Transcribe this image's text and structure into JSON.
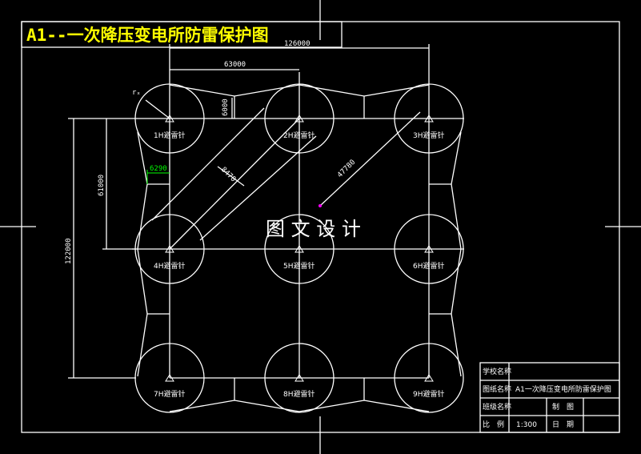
{
  "title": "A1--一次降压变电所防雷保护图",
  "watermark": "图 文 设 计",
  "colors": {
    "background": "#000000",
    "lines": "#ffffff",
    "title": "#ffff00",
    "highlight_dim": "#00ff00",
    "marker": "#ff00ff"
  },
  "rods": [
    "1H避雷针",
    "2H避雷针",
    "3H避雷针",
    "4H避雷针",
    "5H避雷针",
    "6H避雷针",
    "7H避雷针",
    "8H避雷针",
    "9H避雷针"
  ],
  "dimensions": {
    "total_width": "126000",
    "half_width": "63000",
    "height_offset": "6000",
    "green": "6290",
    "total_height": "122000",
    "half_height": "61000",
    "diag1": "8470",
    "diag2": "47780",
    "radius_label": "rₓ"
  },
  "title_block": {
    "row1_label": "学校名称",
    "row2_label": "图纸名称",
    "row2_value": "A1一次降压变电所防雷保护图",
    "row3_label": "班级名称",
    "row3_mid": "制　图",
    "row4_label": "比　例",
    "row4_value": "1:300",
    "row4_mid": "日　期"
  }
}
